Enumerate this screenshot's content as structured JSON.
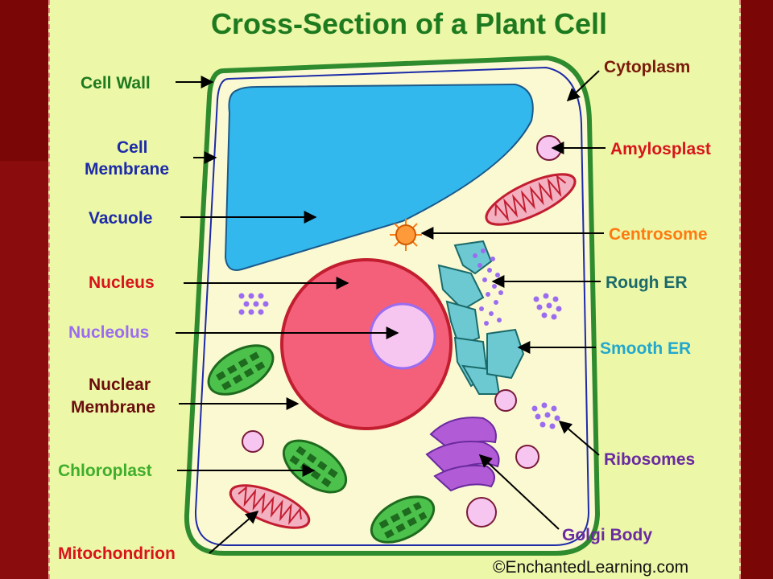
{
  "title": "Cross-Section of a Plant Cell",
  "credit": "©EnchantedLearning.com",
  "labels": {
    "cell_wall": "Cell Wall",
    "cell_membrane_1": "Cell",
    "cell_membrane_2": "Membrane",
    "vacuole": "Vacuole",
    "nucleus": "Nucleus",
    "nucleolus": "Nucleolus",
    "nuclear_membrane_1": "Nuclear",
    "nuclear_membrane_2": "Membrane",
    "chloroplast": "Chloroplast",
    "mitochondrion": "Mitochondrion",
    "cytoplasm": "Cytoplasm",
    "amylosplast": "Amylosplast",
    "centrosome": "Centrosome",
    "rough_er": "Rough ER",
    "smooth_er": "Smooth ER",
    "ribosomes": "Ribosomes",
    "golgi_body": "Golgi Body"
  },
  "colors": {
    "background": "#8a0a0a",
    "panel": "#ecf7a8",
    "title": "#1e7a1e",
    "cell_wall": "#2e8b2e",
    "cytoplasm": "#fbf9d2",
    "vacuole": "#33b8ee",
    "nucleus": "#f4607a",
    "nucleolus": "#f7c6f0",
    "label_green": "#1e7a1e",
    "label_blue": "#1d2ba8",
    "label_red": "#d8141b",
    "label_violet": "#9b6cf0",
    "label_maroon": "#6b0d0d",
    "label_lightgreen": "#3fae2a",
    "label_brown": "#7a1a0a",
    "label_orange": "#ff7a10",
    "label_teal": "#1b6a6a",
    "label_cyan": "#22a8cc",
    "label_purple": "#6a2aa0"
  }
}
